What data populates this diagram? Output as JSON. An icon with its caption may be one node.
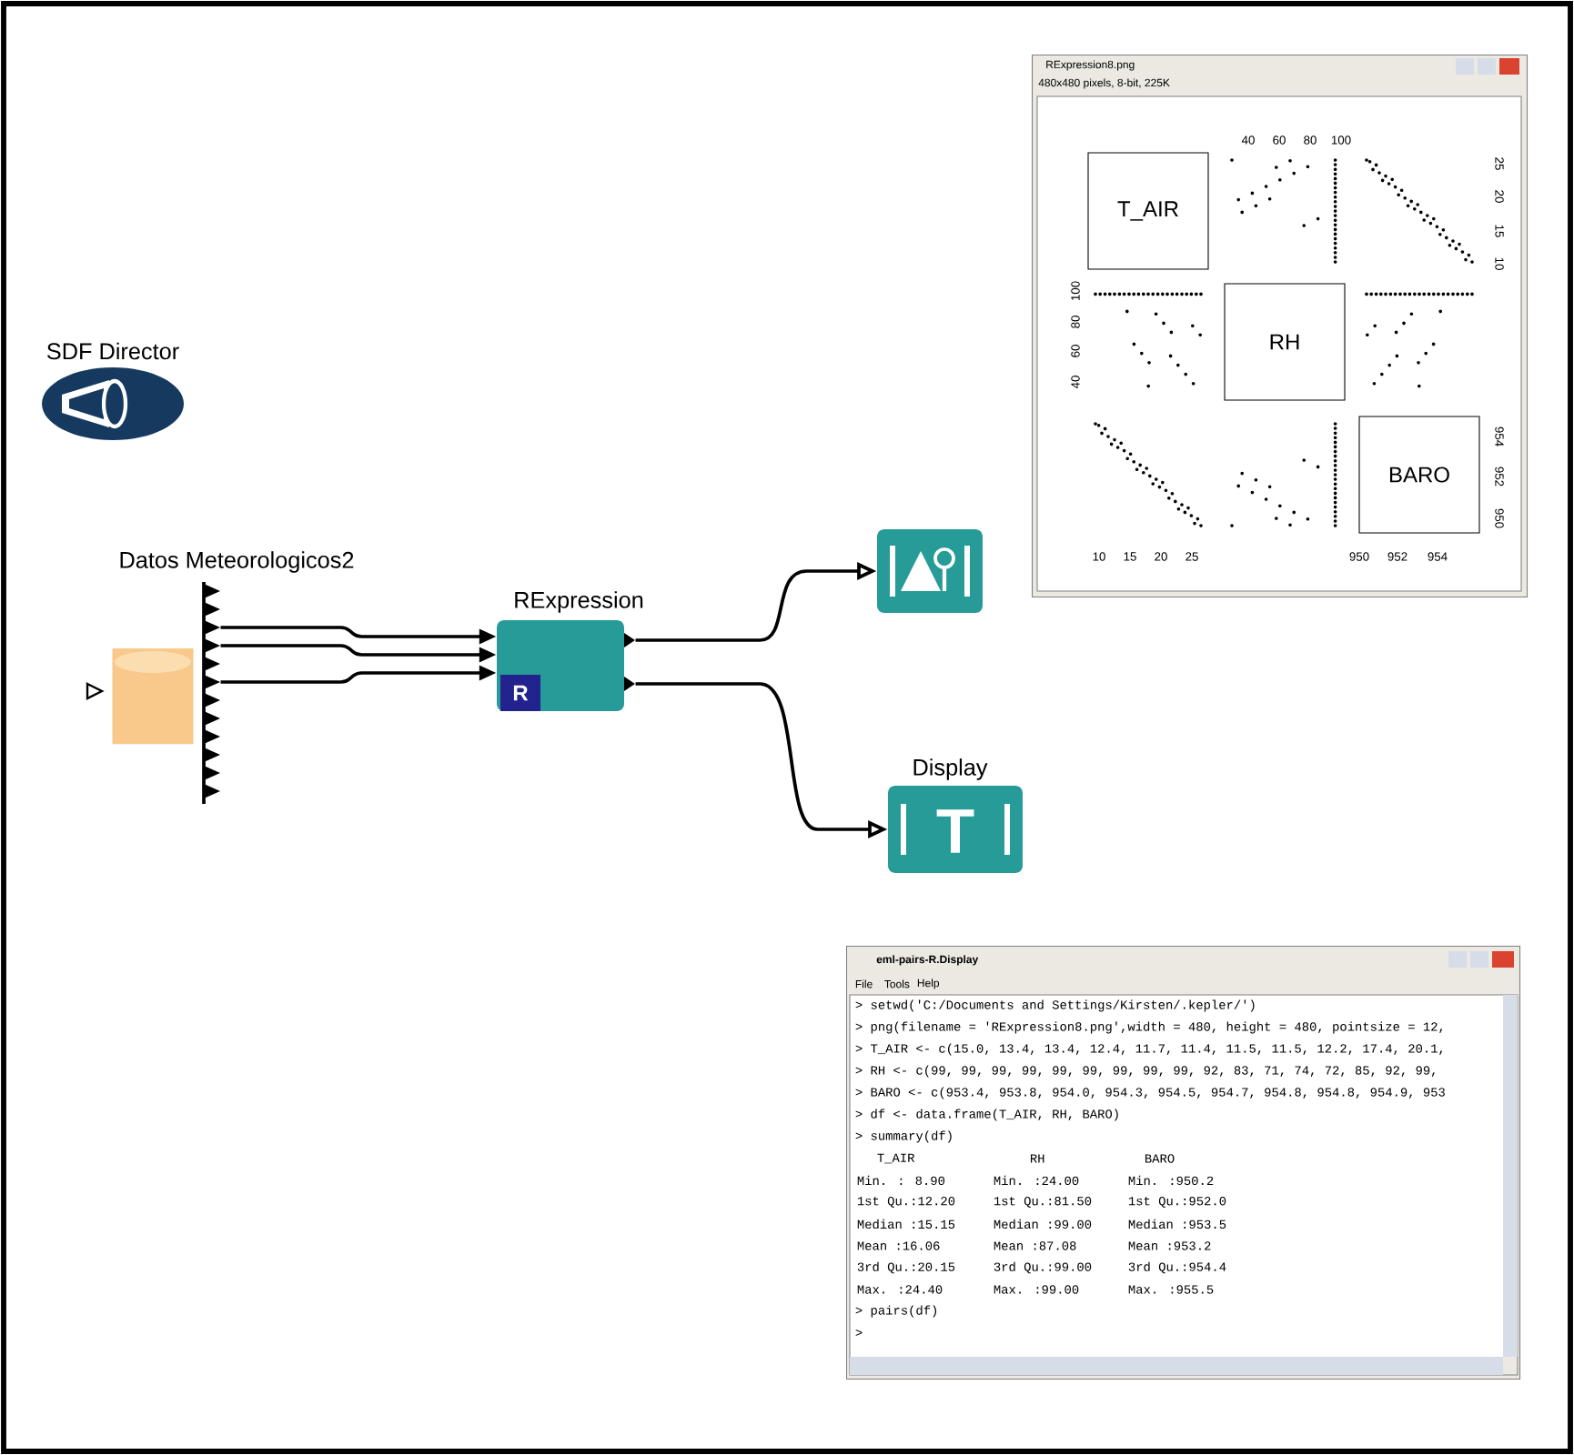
{
  "diagram": {
    "nodes": [
      {
        "text": [
          "SDF Director"
        ]
      },
      {
        "text": [
          "Datos Meteorologicos2"
        ]
      },
      {
        "text": [
          "RExpression",
          "R"
        ]
      },
      {
        "text": [],
        "shape": "box"
      },
      {
        "text": [
          "Display",
          "T"
        ]
      },
      {
        "text": [
          "RExpression8.png",
          "480x480 pixels, 8-bit, 225K"
        ]
      },
      {
        "text": [
          "T_AIR"
        ],
        "in": 5
      },
      {
        "text": [
          "RH"
        ],
        "in": 5
      },
      {
        "text": [
          "BARO"
        ],
        "in": 5
      },
      {
        "text": [
          "eml-pairs-R.Display"
        ]
      }
    ],
    "edges": [
      {
        "from": 1,
        "to": 2,
        "arrow": "to"
      },
      {
        "from": 1,
        "to": 2,
        "arrow": "to"
      },
      {
        "from": 1,
        "to": 2,
        "arrow": "to"
      },
      {
        "from": 2,
        "to": 3,
        "arrow": "to"
      },
      {
        "from": 2,
        "to": 4,
        "arrow": "to"
      }
    ],
    "labels": [
      "40",
      "60",
      "80",
      "100",
      "25",
      "20",
      "15",
      "10",
      "100",
      "80",
      "60",
      "40",
      "954",
      "952",
      "950",
      "10",
      "15",
      "20",
      "25",
      "950",
      "952",
      "954",
      "File",
      "Tools",
      "Help",
      "> setwd('C:/Documents and Settings/Kirsten/.kepler/')",
      "> png(filename = 'RExpression8.png',width = 480, height = 480, pointsize = 12,",
      "> T_AIR <- c(15.0, 13.4, 13.4, 12.4, 11.7, 11.4, 11.5, 11.5, 12.2, 17.4, 20.1,",
      "> RH <- c(99, 99, 99, 99, 99, 99, 99, 99, 99, 92, 83, 71, 74, 72, 85, 92, 99,",
      "> BARO <- c(953.4, 953.8, 954.0, 954.3, 954.5, 954.7, 954.8, 954.8, 954.9, 953",
      "> df <- data.frame(T_AIR, RH, BARO)",
      "> summary(df)",
      "T_AIR",
      "RH",
      "BARO",
      "Min. : 8.90",
      "Min. :24.00",
      "Min. :950.2",
      "1st Qu.:12.20",
      "1st Qu.:81.50",
      "1st Qu.:952.0",
      "Median :15.15",
      "Median :99.00",
      "Median :953.5",
      "Mean :16.06",
      "Mean :87.08",
      "Mean :953.2",
      "3rd Qu.:20.15",
      "3rd Qu.:99.00",
      "3rd Qu.:954.4",
      "Max. :24.40",
      "Max. :99.00",
      "Max. :955.5",
      "> pairs(df)",
      ">"
    ]
  }
}
